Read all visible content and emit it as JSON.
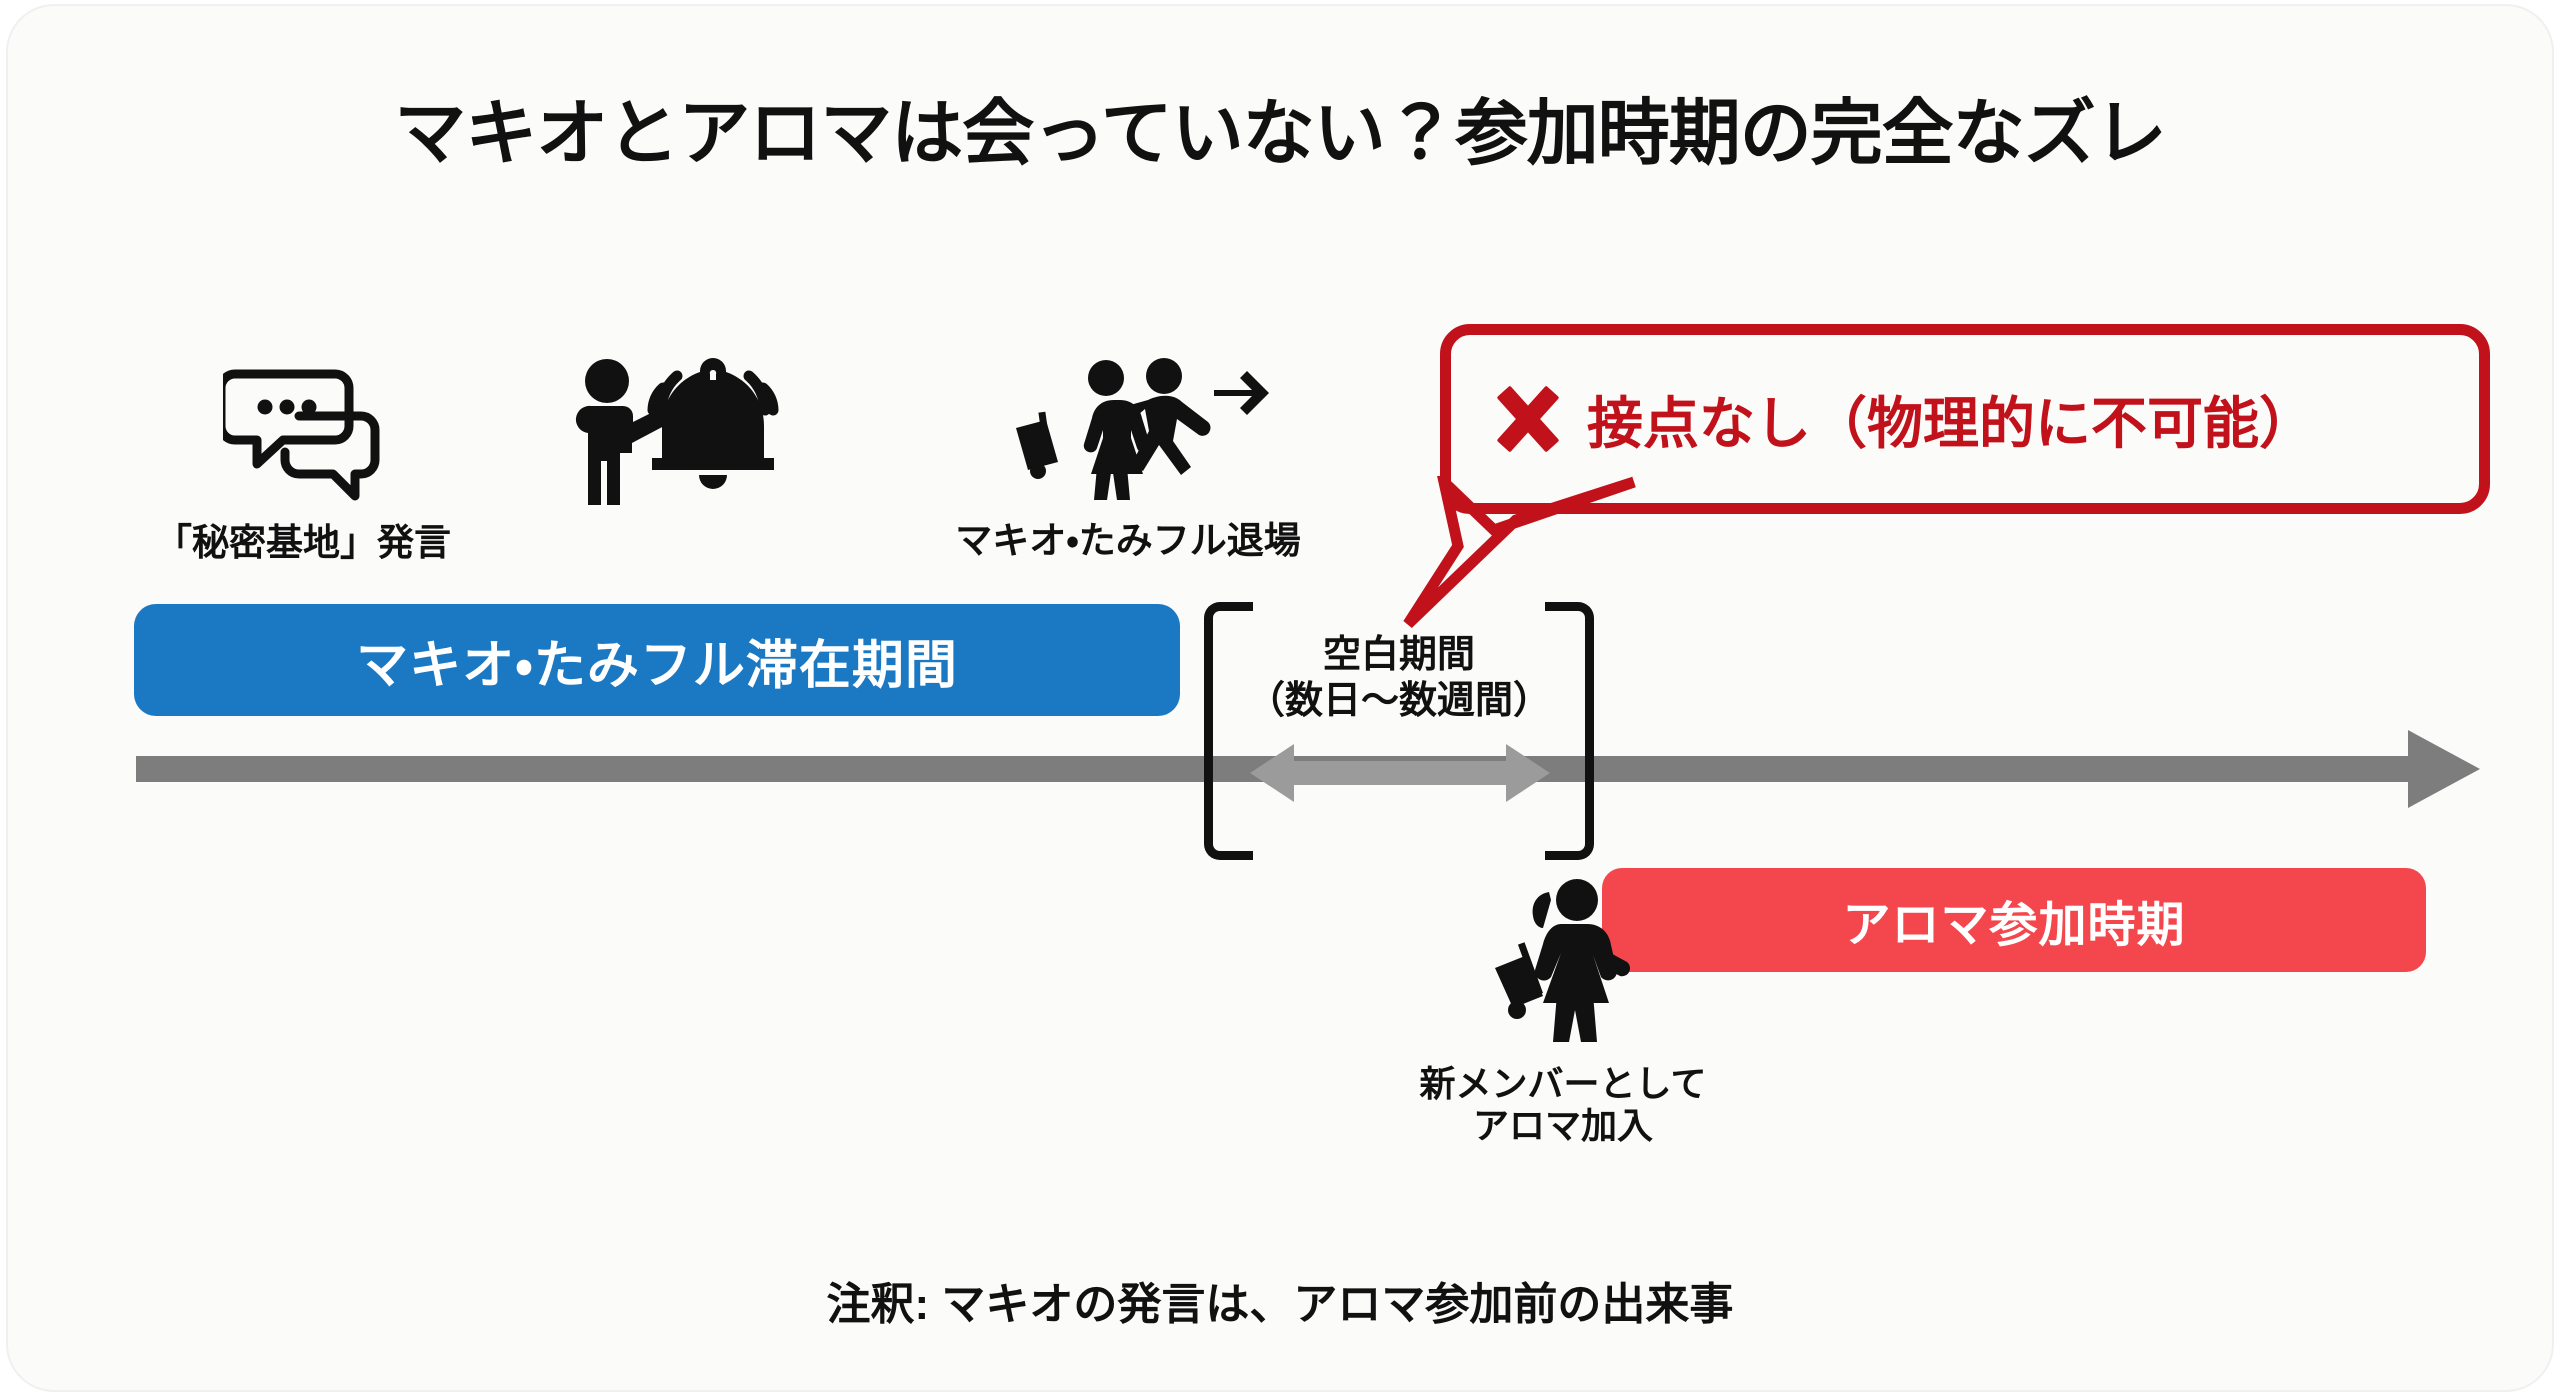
{
  "title": "マキオとアロマは会っていない？参加時期の完全なズレ",
  "note": "注釈: マキオの発言は、アロマ参加前の出来事",
  "colors": {
    "background": "#fbfbfa",
    "blue_bar": "#1b79c4",
    "red_bar": "#f4474d",
    "callout_red": "#c1121b",
    "axis_gray": "#7d7d7d",
    "gap_arrow_gray": "#9b9b9b",
    "text": "#111111"
  },
  "timeline": {
    "axis_direction": "left-to-right",
    "blue_period": {
      "label": "マキオ・たみフル滞在期間",
      "icon": "blue-period-bar"
    },
    "gap_period": {
      "line1": "空白期間",
      "line2": "（数日〜数週間）",
      "arrow": "double-headed-arrow"
    },
    "red_period": {
      "label": "アロマ参加時期",
      "icon": "red-period-bar"
    }
  },
  "events": [
    {
      "id": "secret-base-remark",
      "icon": "speech-bubbles-icon",
      "caption": "「秘密基地」発言"
    },
    {
      "id": "bell-announcement",
      "icon": "person-ringing-bell-icon",
      "caption": ""
    },
    {
      "id": "makio-tamifuru-exit",
      "icon": "two-people-leaving-with-suitcase-icon",
      "caption": "マキオ・たみフル退場"
    },
    {
      "id": "aroma-join",
      "icon": "woman-with-suitcase-icon",
      "caption_line1": "新メンバーとして",
      "caption_line2": "アロマ加入"
    }
  ],
  "callout": {
    "icon": "x-mark-icon",
    "text": "接点なし（物理的に不可能）"
  }
}
